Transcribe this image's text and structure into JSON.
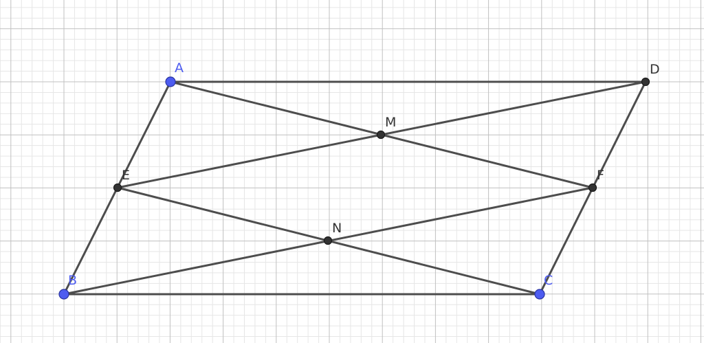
{
  "colors": {
    "background": "#ffffff",
    "grid_minor": "#e6e6e6",
    "grid_major": "#c0c0c0",
    "segment": "#4d4d4d",
    "free_point_fill": "#4d5cf0",
    "free_point_label": "#4d5cf0",
    "dependent_point_fill": "#333333",
    "dependent_point_label": "#333333"
  },
  "points": [
    {
      "id": "A",
      "label": "A",
      "kind": "free"
    },
    {
      "id": "B",
      "label": "B",
      "kind": "free"
    },
    {
      "id": "C",
      "label": "C",
      "kind": "free"
    },
    {
      "id": "D",
      "label": "D",
      "kind": "dependent"
    },
    {
      "id": "E",
      "label": "E",
      "kind": "dependent"
    },
    {
      "id": "F",
      "label": "F",
      "kind": "dependent"
    },
    {
      "id": "M",
      "label": "M",
      "kind": "dependent"
    },
    {
      "id": "N",
      "label": "N",
      "kind": "dependent"
    }
  ],
  "segments": [
    [
      "A",
      "D"
    ],
    [
      "B",
      "C"
    ],
    [
      "A",
      "B"
    ],
    [
      "D",
      "C"
    ],
    [
      "A",
      "F"
    ],
    [
      "E",
      "D"
    ],
    [
      "E",
      "C"
    ],
    [
      "B",
      "F"
    ]
  ]
}
